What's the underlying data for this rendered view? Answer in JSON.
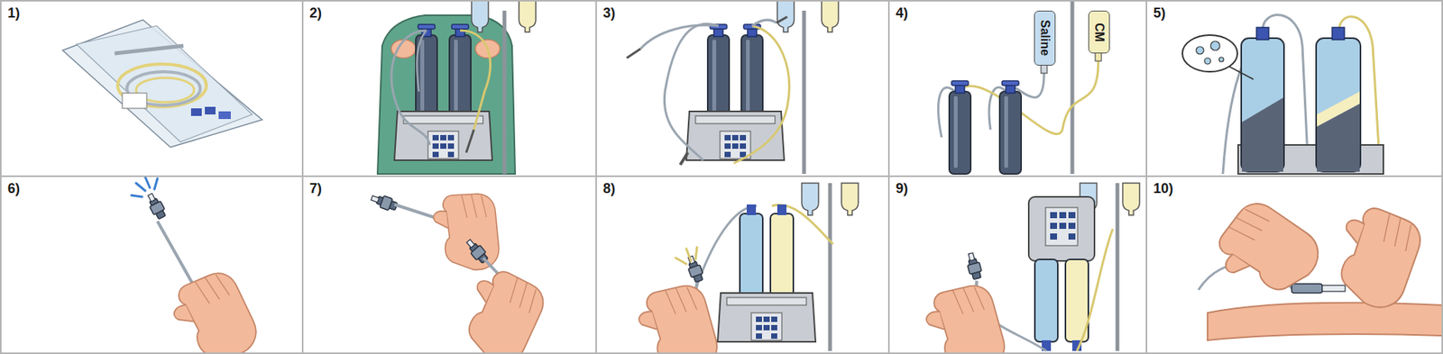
{
  "diagram": {
    "nodes": [
      {
        "text": [
          "1)"
        ]
      },
      {
        "text": [
          "2)"
        ]
      },
      {
        "text": [
          "3)"
        ]
      },
      {
        "text": [
          "4)"
        ]
      },
      {
        "text": [
          "Saline"
        ],
        "in": 3
      },
      {
        "text": [
          "CM"
        ],
        "in": 3
      },
      {
        "text": [
          "5)"
        ]
      },
      {
        "text": [
          "6)"
        ]
      },
      {
        "text": [
          "7)"
        ]
      },
      {
        "text": [
          "8)"
        ]
      },
      {
        "text": [
          "9)"
        ]
      },
      {
        "text": [
          "10)"
        ]
      }
    ]
  }
}
